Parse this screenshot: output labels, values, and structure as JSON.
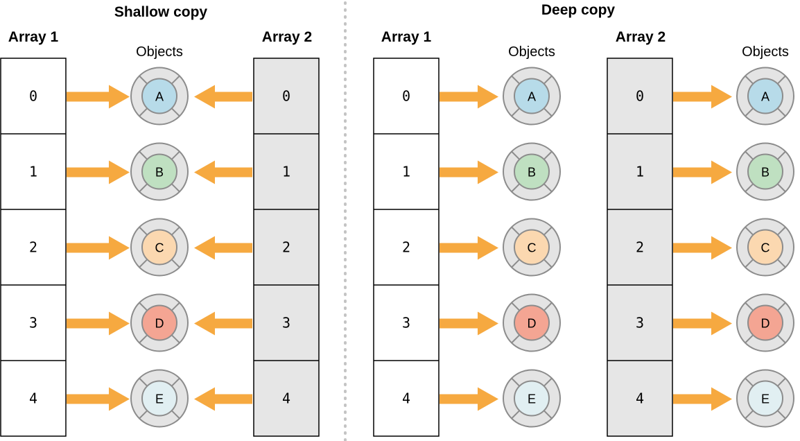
{
  "panels": [
    {
      "id": "shallow",
      "title": "Shallow copy",
      "array1_label": "Array 1",
      "array2_label": "Array 2",
      "objects_label": "Objects",
      "indices": [
        "0",
        "1",
        "2",
        "3",
        "4"
      ]
    },
    {
      "id": "deep",
      "title": "Deep copy",
      "array1_label": "Array 1",
      "array2_label": "Array 2",
      "objects1_label": "Objects",
      "objects2_label": "Objects",
      "indices": [
        "0",
        "1",
        "2",
        "3",
        "4"
      ]
    }
  ],
  "objects": [
    {
      "letter": "A",
      "color": "#b7dbe9"
    },
    {
      "letter": "B",
      "color": "#bfe0c1"
    },
    {
      "letter": "C",
      "color": "#fbd8b0"
    },
    {
      "letter": "D",
      "color": "#f4a593"
    },
    {
      "letter": "E",
      "color": "#e1eff2"
    }
  ],
  "colors": {
    "arrow": "#f6a940",
    "array1_fill": "#ffffff",
    "array2_fill": "#e6e6e6",
    "cell_border": "#000000",
    "object_outer": "#e4e4e4",
    "object_border": "#8c8c8c",
    "divider": "#c4c4c4"
  }
}
